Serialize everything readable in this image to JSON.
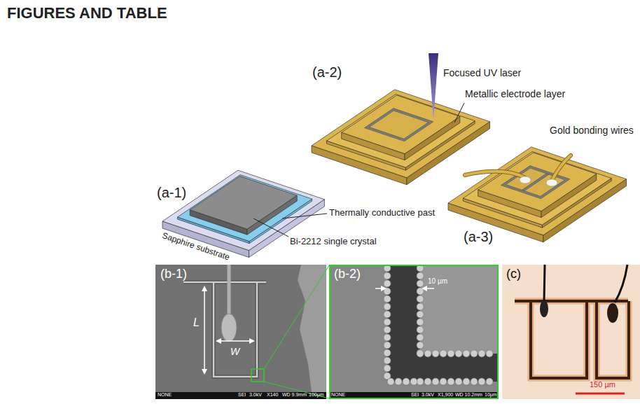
{
  "diagram": {
    "title": "FIGURES AND TABLE",
    "labels": [
      "(a-1)",
      "(a-2)",
      "(a-3)",
      "Focused UV laser",
      "Metallic electrode layer",
      "Gold bonding wires",
      "Sapphire substrate",
      "Thermally conductive past",
      "Bi-2212 single crystal",
      "(b-1)",
      "L",
      "W",
      "NONE",
      "SEI",
      "3.0kV",
      "X140",
      "WD 9.9mm",
      "100μm",
      "(b-2)",
      "10 µm",
      "NONE",
      "SEI",
      "3.0kV",
      "X1,900",
      "WD 10.2mm",
      "10μm",
      "(c)",
      "150 µm"
    ]
  }
}
